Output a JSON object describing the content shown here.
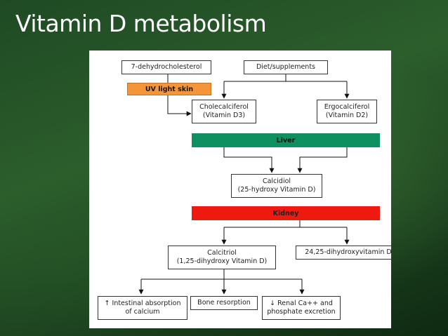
{
  "slide": {
    "title": "Vitamin D metabolism"
  },
  "nodes": {
    "dehydrocholesterol": "7-dehydrocholesterol",
    "diet": "Diet/supplements",
    "uv": "UV light skin",
    "cholecalciferol": {
      "line1": "Cholecalciferol",
      "line2": "(Vitamin D3)"
    },
    "ergocalciferol": {
      "line1": "Ergocalciferol",
      "line2": "(Vitamin D2)"
    },
    "liver": "Liver",
    "calcidiol": {
      "line1": "Calcidiol",
      "line2": "(25-hydroxy Vitamin D)"
    },
    "kidney": "Kidney",
    "calcitriol": {
      "line1": "Calcitriol",
      "line2": "(1,25-dihydroxy Vitamin D)"
    },
    "dihydroxy2425": "24,25-dihydroxyvitamin D",
    "intestinal": {
      "line1": "↑ Intestinal absorption",
      "line2": "of calcium"
    },
    "bone": "Bone resorption",
    "renal": {
      "line1": "↓ Renal Ca++ and",
      "line2": "phosphate excretion"
    }
  },
  "colors": {
    "uv_bar": "#f5953a",
    "liver_bar": "#0f9060",
    "kidney_bar": "#ee1a10"
  }
}
